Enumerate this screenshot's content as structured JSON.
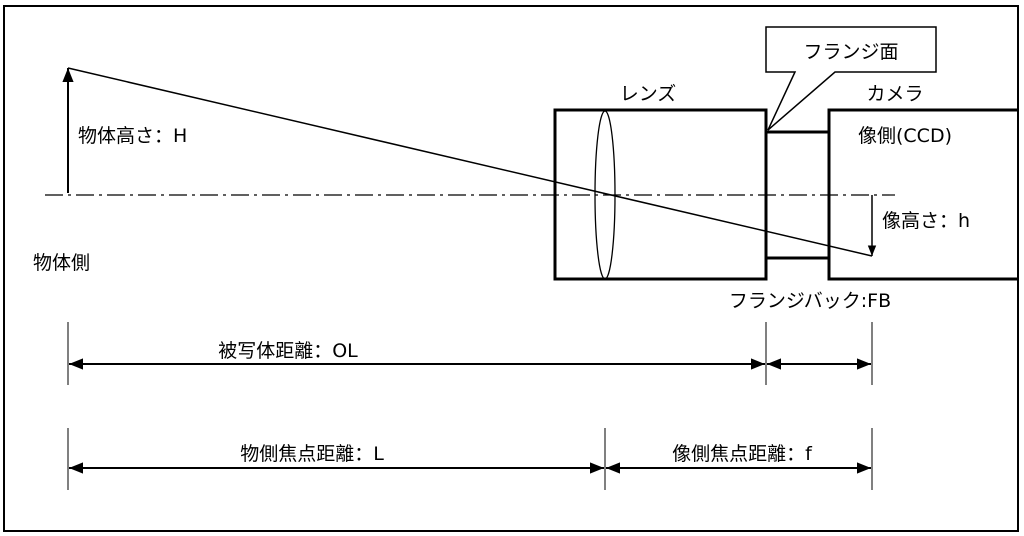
{
  "labels": {
    "object_height": "物体高さ：H",
    "object_side": "物体側",
    "lens": "レンズ",
    "camera": "カメラ",
    "flange_surface": "フランジ面",
    "image_side": "像側(CCD)",
    "image_height": "像高さ：h",
    "flange_back": "フランジバック:FB",
    "object_distance": "被写体距離：OL",
    "object_focal_distance": "物側焦点距離：L",
    "image_focal_distance": "像側焦点距離：f"
  }
}
